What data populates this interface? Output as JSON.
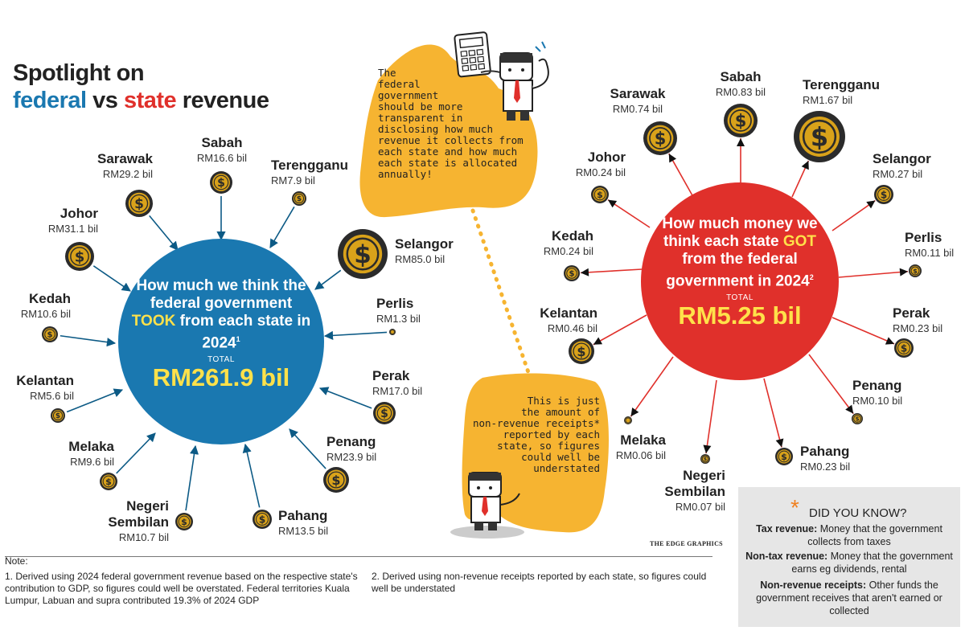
{
  "title": {
    "line1": "Spotlight on",
    "word_federal": "federal",
    "word_vs": " vs ",
    "word_state": "state",
    "word_revenue": " revenue"
  },
  "colors": {
    "blue": "#1a78b0",
    "red": "#e0302b",
    "yellow": "#ffe14a",
    "bubble": "#f6b431",
    "coin": "#d9a21a"
  },
  "federal": {
    "heading_pre": "How much we think the federal government ",
    "heading_hl": "TOOK",
    "heading_post": " from each state in 2024",
    "note_ref": "1",
    "total_label": "TOTAL",
    "total_value": "RM261.9 bil",
    "states": [
      {
        "name": "Sarawak",
        "value": "RM29.2 bil",
        "amount": 29.2
      },
      {
        "name": "Sabah",
        "value": "RM16.6 bil",
        "amount": 16.6
      },
      {
        "name": "Terengganu",
        "value": "RM7.9 bil",
        "amount": 7.9
      },
      {
        "name": "Johor",
        "value": "RM31.1 bil",
        "amount": 31.1
      },
      {
        "name": "Selangor",
        "value": "RM85.0 bil",
        "amount": 85.0
      },
      {
        "name": "Kedah",
        "value": "RM10.6 bil",
        "amount": 10.6
      },
      {
        "name": "Perlis",
        "value": "RM1.3 bil",
        "amount": 1.3
      },
      {
        "name": "Kelantan",
        "value": "RM5.6 bil",
        "amount": 5.6
      },
      {
        "name": "Perak",
        "value": "RM17.0 bil",
        "amount": 17.0
      },
      {
        "name": "Melaka",
        "value": "RM9.6 bil",
        "amount": 9.6
      },
      {
        "name": "Penang",
        "value": "RM23.9 bil",
        "amount": 23.9
      },
      {
        "name": "Negeri Sembilan",
        "name1": "Negeri",
        "name2": "Sembilan",
        "value": "RM10.7 bil",
        "amount": 10.7
      },
      {
        "name": "Pahang",
        "value": "RM13.5 bil",
        "amount": 13.5
      }
    ]
  },
  "state": {
    "heading_pre": "How much money we think each state ",
    "heading_hl": "GOT",
    "heading_post": " from the federal government in 2024",
    "note_ref": "2",
    "total_label": "TOTAL",
    "total_value": "RM5.25 bil",
    "states": [
      {
        "name": "Sarawak",
        "value": "RM0.74 bil",
        "amount": 0.74
      },
      {
        "name": "Sabah",
        "value": "RM0.83 bil",
        "amount": 0.83
      },
      {
        "name": "Terengganu",
        "value": "RM1.67 bil",
        "amount": 1.67
      },
      {
        "name": "Johor",
        "value": "RM0.24 bil",
        "amount": 0.24
      },
      {
        "name": "Selangor",
        "value": "RM0.27 bil",
        "amount": 0.27
      },
      {
        "name": "Kedah",
        "value": "RM0.24 bil",
        "amount": 0.24
      },
      {
        "name": "Perlis",
        "value": "RM0.11 bil",
        "amount": 0.11
      },
      {
        "name": "Kelantan",
        "value": "RM0.46 bil",
        "amount": 0.46
      },
      {
        "name": "Perak",
        "value": "RM0.23 bil",
        "amount": 0.23
      },
      {
        "name": "Penang",
        "value": "RM0.10 bil",
        "amount": 0.1
      },
      {
        "name": "Melaka",
        "value": "RM0.06 bil",
        "amount": 0.06
      },
      {
        "name": "Pahang",
        "value": "RM0.23 bil",
        "amount": 0.23
      },
      {
        "name": "Negeri Sembilan",
        "name1": "Negeri",
        "name2": "Sembilan",
        "value": "RM0.07 bil",
        "amount": 0.07
      }
    ]
  },
  "bubble_top": [
    "The",
    "federal",
    "government",
    "should be more",
    "transparent in",
    "disclosing how much",
    "revenue it collects from",
    "each state and how much",
    "each state is allocated",
    "annually!"
  ],
  "bubble_bottom": [
    "This is just",
    "the amount of",
    "non-revenue receipts*",
    "reported by each",
    "state, so figures",
    "could well be",
    "understated"
  ],
  "did_you_know": {
    "star": "*",
    "header": "DID YOU KNOW?",
    "items": [
      {
        "term": "Tax revenue:",
        "def": " Money that the government collects from taxes"
      },
      {
        "term": "Non-tax revenue:",
        "def": " Money that the government earns eg dividends, rental"
      },
      {
        "term": "Non-revenue receipts:",
        "def": " Other funds the government receives that aren't earned or collected"
      }
    ]
  },
  "credit": "THE EDGE GRAPHICS",
  "notes": {
    "label": "Note:",
    "note1": "1. Derived using 2024 federal government revenue based on the respective state's contribution to GDP, so figures could well be overstated. Federal territories Kuala Lumpur, Labuan and supra contributed 19.3% of 2024 GDP",
    "note2": "2. Derived using non-revenue receipts reported by each state, so figures could well be understated"
  }
}
